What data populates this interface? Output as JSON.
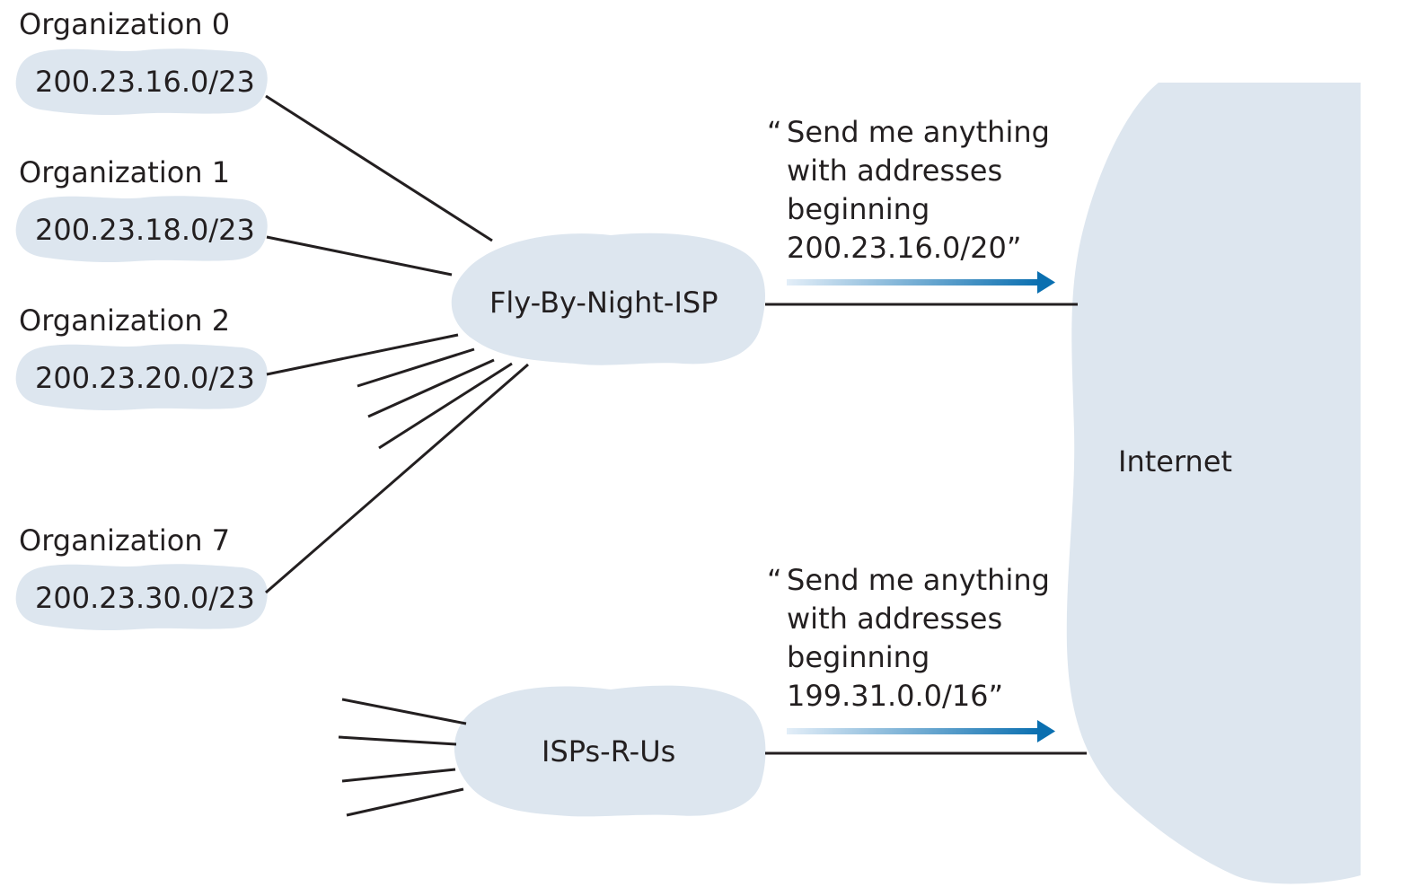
{
  "organizations": [
    {
      "name": "Organization 0",
      "prefix": "200.23.16.0/23"
    },
    {
      "name": "Organization 1",
      "prefix": "200.23.18.0/23"
    },
    {
      "name": "Organization 2",
      "prefix": "200.23.20.0/23"
    },
    {
      "name": "Organization 7",
      "prefix": "200.23.30.0/23"
    }
  ],
  "isps": [
    {
      "name": "Fly-By-Night-ISP"
    },
    {
      "name": "ISPs-R-Us"
    }
  ],
  "internet": {
    "name": "Internet"
  },
  "advertisements": [
    {
      "open_quote": "“",
      "line1": "Send me anything",
      "line2": "with addresses",
      "line3": "beginning",
      "line4": "200.23.16.0/20”"
    },
    {
      "open_quote": "“",
      "line1": "Send me anything",
      "line2": "with addresses",
      "line3": "beginning",
      "line4": "199.31.0.0/16”"
    }
  ],
  "colors": {
    "cloud": "#dde6ef",
    "line": "#231f20",
    "arrow_start": "#e3eef8",
    "arrow_end": "#0a6fb0"
  }
}
